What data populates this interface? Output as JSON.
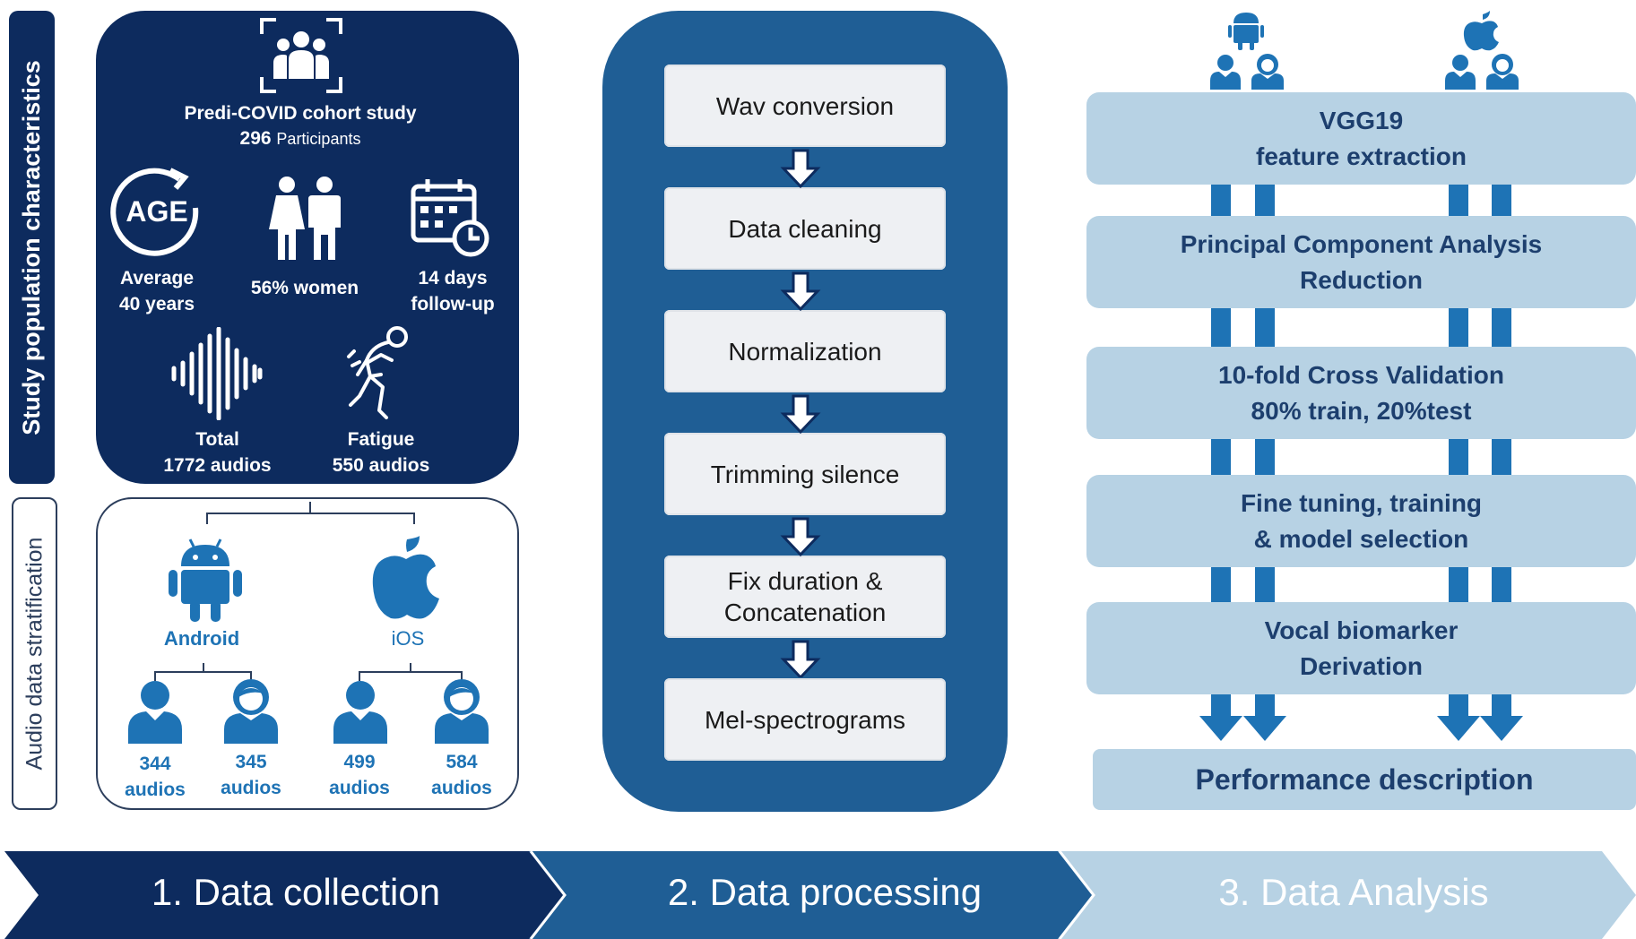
{
  "tabs": {
    "population": "Study population characteristics",
    "stratification": "Audio data stratification"
  },
  "cohort": {
    "title": "Predi-COVID cohort study",
    "participants_count": "296",
    "participants_label": "Participants",
    "age_icon_text": "AGE",
    "age_label": "Average",
    "age_value": "40 years",
    "women": "56% women",
    "followup_label": "14 days",
    "followup_value": "follow-up",
    "total_label": "Total",
    "total_value": "1772 audios",
    "fatigue_label": "Fatigue",
    "fatigue_value": "550 audios"
  },
  "stratification": {
    "android": "Android",
    "ios": "iOS",
    "groups": [
      {
        "count": "344",
        "unit": "audios"
      },
      {
        "count": "345",
        "unit": "audios"
      },
      {
        "count": "499",
        "unit": "audios"
      },
      {
        "count": "584",
        "unit": "audios"
      }
    ]
  },
  "processing_steps": [
    "Wav conversion",
    "Data cleaning",
    "Normalization",
    "Trimming silence",
    "Fix duration &",
    "Concatenation",
    "Mel-spectrograms"
  ],
  "analysis_steps": [
    {
      "line1": "VGG19",
      "line2": "feature extraction"
    },
    {
      "line1": "Principal Component Analysis",
      "line2": "Reduction"
    },
    {
      "line1": "10-fold Cross Validation",
      "line2": "80% train, 20%test"
    },
    {
      "line1": "Fine tuning, training",
      "line2": "& model selection"
    },
    {
      "line1": "Vocal biomarker",
      "line2": "Derivation"
    }
  ],
  "performance": "Performance description",
  "phases": [
    "1. Data collection",
    "2. Data processing",
    "3. Data Analysis"
  ],
  "colors": {
    "navy": "#0d2b5e",
    "mid_blue": "#1f5e95",
    "light_blue": "#b7d2e4",
    "icon_blue": "#1e73b5"
  }
}
